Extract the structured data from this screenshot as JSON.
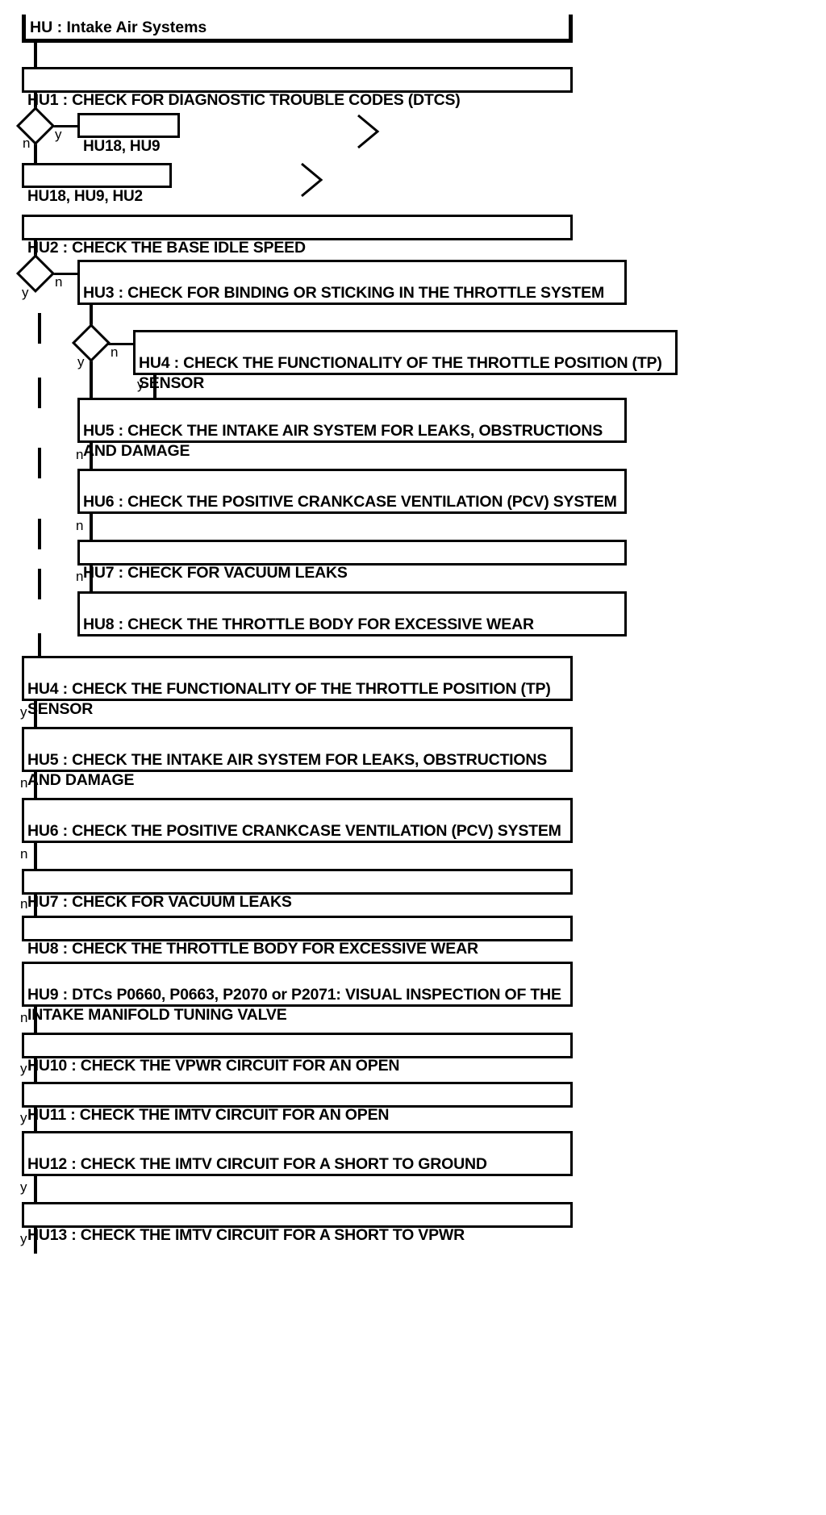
{
  "header": {
    "title": "HU : Intake Air Systems"
  },
  "chart_data": {
    "type": "diagram",
    "title": "HU : Intake Air Systems",
    "diagram_kind": "flowchart",
    "notes": "Automotive diagnostic pinpoint-test flowchart; rectangular step boxes connected by vertical lines with diamond decision nodes labelled y / n."
  },
  "nodes": [
    {
      "id": "HU1",
      "label": "HU1 : CHECK FOR DIAGNOSTIC TROUBLE CODES (DTCS)"
    },
    {
      "id": "REF1",
      "label": "HU18, HU9"
    },
    {
      "id": "REF2",
      "label": "HU18, HU9, HU2"
    },
    {
      "id": "HU2",
      "label": "HU2 : CHECK THE BASE IDLE SPEED"
    },
    {
      "id": "HU3",
      "label": "HU3 : CHECK FOR BINDING OR STICKING IN THE THROTTLE SYSTEM"
    },
    {
      "id": "HU4a",
      "label": "HU4 : CHECK THE FUNCTIONALITY OF THE THROTTLE POSITION (TP) SENSOR"
    },
    {
      "id": "HU5a",
      "label": "HU5 : CHECK THE INTAKE AIR SYSTEM FOR LEAKS, OBSTRUCTIONS AND DAMAGE"
    },
    {
      "id": "HU6a",
      "label": "HU6 : CHECK THE POSITIVE CRANKCASE VENTILATION (PCV) SYSTEM"
    },
    {
      "id": "HU7a",
      "label": "HU7 : CHECK FOR VACUUM LEAKS"
    },
    {
      "id": "HU8a",
      "label": "HU8 : CHECK THE THROTTLE BODY FOR EXCESSIVE WEAR"
    },
    {
      "id": "HU4b",
      "label": "HU4 : CHECK THE FUNCTIONALITY OF THE THROTTLE POSITION (TP) SENSOR"
    },
    {
      "id": "HU5b",
      "label": "HU5 : CHECK THE INTAKE AIR SYSTEM FOR LEAKS, OBSTRUCTIONS AND DAMAGE"
    },
    {
      "id": "HU6b",
      "label": "HU6 : CHECK THE POSITIVE CRANKCASE VENTILATION (PCV) SYSTEM"
    },
    {
      "id": "HU7b",
      "label": "HU7 : CHECK FOR VACUUM LEAKS"
    },
    {
      "id": "HU8b",
      "label": "HU8 : CHECK THE THROTTLE BODY FOR EXCESSIVE WEAR"
    },
    {
      "id": "HU9",
      "label": "HU9 : DTCs P0660, P0663, P2070 or P2071: VISUAL INSPECTION OF THE INTAKE MANIFOLD TUNING VALVE"
    },
    {
      "id": "HU10",
      "label": "HU10 : CHECK THE VPWR CIRCUIT FOR AN OPEN"
    },
    {
      "id": "HU11",
      "label": "HU11 : CHECK THE IMTV CIRCUIT FOR AN OPEN"
    },
    {
      "id": "HU12",
      "label": "HU12 : CHECK THE IMTV CIRCUIT FOR A SHORT TO GROUND"
    },
    {
      "id": "HU13",
      "label": "HU13 : CHECK THE IMTV CIRCUIT FOR A SHORT TO VPWR"
    }
  ],
  "flags": {
    "d1_n": "n",
    "d1_y": "y",
    "d2_y": "y",
    "d2_n": "n",
    "d3_y": "y",
    "d3_n": "n",
    "hu4a_y": "y",
    "hu5a_n": "n",
    "hu6a_n": "n",
    "hu7a_n": "n",
    "hu4b_y": "y",
    "hu5b_n": "n",
    "hu6b_n": "n",
    "hu7b_n": "n",
    "hu9_n": "n",
    "hu10_y": "y",
    "hu11_y": "y",
    "hu12_y": "y",
    "hu13_y": "y"
  },
  "colors": {
    "stroke": "#000000",
    "background": "#ffffff",
    "text": "#000000"
  }
}
